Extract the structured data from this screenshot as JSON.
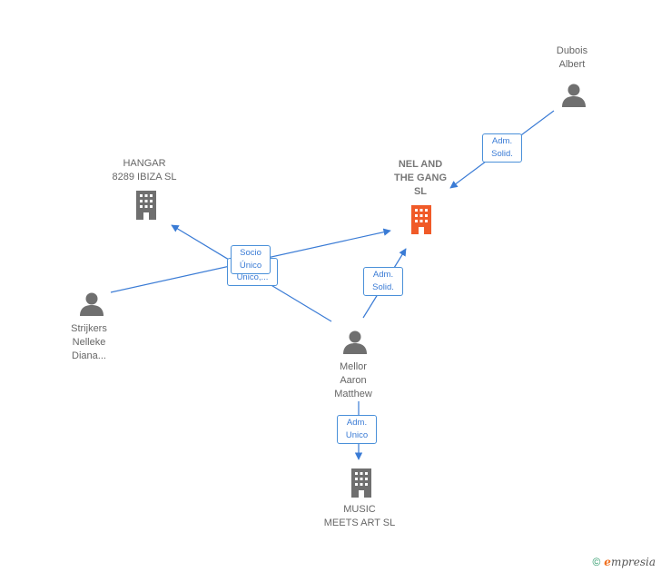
{
  "nodes": {
    "dubois": {
      "name": "Dubois\nAlbert",
      "icon": "person-icon"
    },
    "hangar": {
      "name": "HANGAR\n8289 IBIZA  SL",
      "icon": "building-icon"
    },
    "nel": {
      "name": "NEL AND\nTHE GANG\nSL",
      "icon": "building-icon"
    },
    "strijkers": {
      "name": "Strijkers\nNelleke\nDiana...",
      "icon": "person-icon"
    },
    "mellor": {
      "name": "Mellor\nAaron\nMatthew",
      "icon": "person-icon"
    },
    "music": {
      "name": "MUSIC\nMEETS ART  SL",
      "icon": "building-icon"
    }
  },
  "edges": {
    "dubois_nel": "Adm.\nSolid.",
    "mellor_nel": "Adm.\nSolid.",
    "mellor_hangar": "Socio\nÚnico",
    "strijkers_nel": "Unico,...",
    "mellor_music": "Adm.\nUnico"
  },
  "colors": {
    "person": "#666666",
    "company": "#6f6f6f",
    "focus": "#f05a28",
    "edge": "#3a7bd5"
  },
  "footer": {
    "copyright": "©",
    "brand_initial": "e",
    "brand_rest": "mpresia"
  }
}
